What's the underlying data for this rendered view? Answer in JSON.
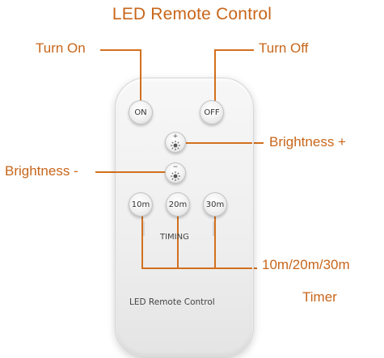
{
  "title": "LED Remote Control",
  "callouts": {
    "turn_on": "Turn On",
    "turn_off": "Turn Off",
    "brightness_up": "Brightness +",
    "brightness_down": "Brightness -",
    "timer_values": "10m/20m/30m",
    "timer": "Timer"
  },
  "remote": {
    "on_label": "ON",
    "off_label": "OFF",
    "plus_symbol": "+",
    "minus_symbol": "−",
    "t10": "10m",
    "t20": "20m",
    "t30": "30m",
    "timing_label": "TIMING",
    "brand_label": "LED Remote Control"
  },
  "colors": {
    "callout": "#c8661a",
    "leader_line": "#d2701e",
    "remote_body": "#eeeeee"
  },
  "icons": [
    "sun-icon",
    "sun-icon"
  ]
}
